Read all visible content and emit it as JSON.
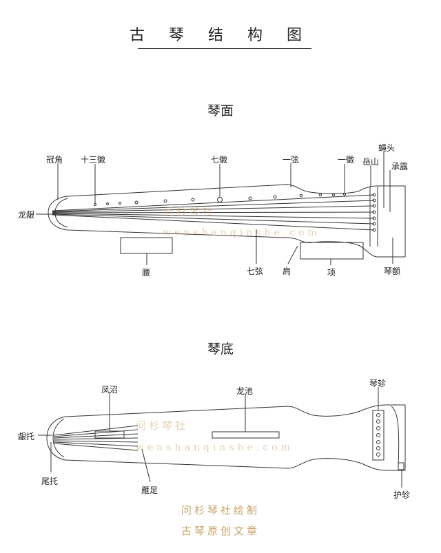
{
  "title": "古 琴 结 构 图",
  "top_view": {
    "heading": "琴面",
    "labels": {
      "guanjiao": "冠角",
      "shisanhui": "十三徽",
      "qihui": "七徽",
      "yixian": "一弦",
      "yihui": "一徽",
      "yingtou": "蝇头",
      "yueshan": "岳山",
      "chenglu": "承露",
      "longyin": "龙龈",
      "yao": "腰",
      "qixian": "七弦",
      "jian": "肩",
      "xiang": "项",
      "qine": "琴额"
    }
  },
  "bottom_view": {
    "heading": "琴底",
    "labels": {
      "fengzhao": "凤沼",
      "longchi": "龙池",
      "qinzhen": "琴轸",
      "yintuo": "龈托",
      "weituo": "尾托",
      "yanzu": "雁足",
      "huzhen": "护轸"
    }
  },
  "watermark": {
    "name": "问杉琴社",
    "url": "wenshanqinshe.com"
  },
  "credit": {
    "line1": "问杉琴社绘制",
    "line2": "古琴原创文章"
  },
  "colors": {
    "ink": "#222222",
    "watermark": "#cfae76"
  }
}
